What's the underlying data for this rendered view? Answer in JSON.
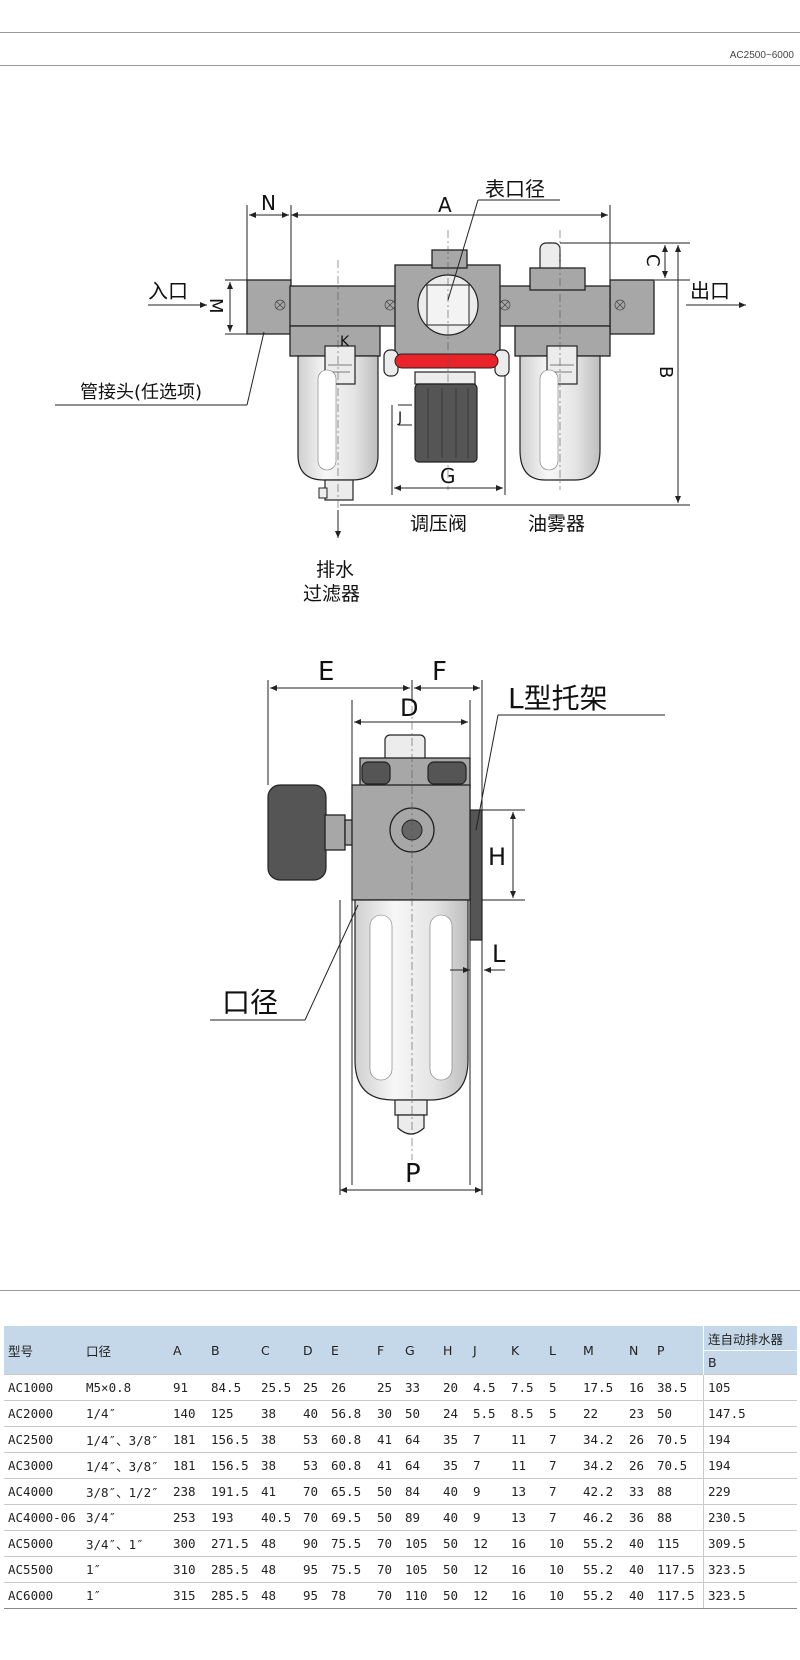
{
  "header": {
    "series_code": "AC2500~6000"
  },
  "front_view": {
    "dim_A": "A",
    "dim_N": "N",
    "dim_M": "M",
    "dim_C": "C",
    "dim_B": "B",
    "dim_G": "G",
    "dim_J": "J",
    "label_gauge_port": "表口径",
    "label_inlet": "入口",
    "label_outlet": "出口",
    "label_fitting": "管接头(任选项)",
    "label_regulator": "调压阀",
    "label_lubricator": "油雾器",
    "label_drain_1": "排水",
    "label_drain_2": "过滤器"
  },
  "side_view": {
    "dim_E": "E",
    "dim_F": "F",
    "dim_D": "D",
    "dim_H": "H",
    "dim_L": "L",
    "dim_P": "P",
    "label_bracket": "L型托架",
    "label_port": "口径"
  },
  "table": {
    "headers": [
      "型号",
      "口径",
      "A",
      "B",
      "C",
      "D",
      "E",
      "F",
      "G",
      "H",
      "J",
      "K",
      "L",
      "M",
      "N",
      "P"
    ],
    "auto_drain_header": "连自动排水器",
    "auto_drain_sub": "B",
    "rows": [
      [
        "AC1000",
        "M5×0.8",
        "91",
        "84.5",
        "25.5",
        "25",
        "26",
        "25",
        "33",
        "20",
        "4.5",
        "7.5",
        "5",
        "17.5",
        "16",
        "38.5",
        "105"
      ],
      [
        "AC2000",
        "1/4″",
        "140",
        "125",
        "38",
        "40",
        "56.8",
        "30",
        "50",
        "24",
        "5.5",
        "8.5",
        "5",
        "22",
        "23",
        "50",
        "147.5"
      ],
      [
        "AC2500",
        "1/4″、3/8″",
        "181",
        "156.5",
        "38",
        "53",
        "60.8",
        "41",
        "64",
        "35",
        "7",
        "11",
        "7",
        "34.2",
        "26",
        "70.5",
        "194"
      ],
      [
        "AC3000",
        "1/4″、3/8″",
        "181",
        "156.5",
        "38",
        "53",
        "60.8",
        "41",
        "64",
        "35",
        "7",
        "11",
        "7",
        "34.2",
        "26",
        "70.5",
        "194"
      ],
      [
        "AC4000",
        "3/8″、1/2″",
        "238",
        "191.5",
        "41",
        "70",
        "65.5",
        "50",
        "84",
        "40",
        "9",
        "13",
        "7",
        "42.2",
        "33",
        "88",
        "229"
      ],
      [
        "AC4000-06",
        "3/4″",
        "253",
        "193",
        "40.5",
        "70",
        "69.5",
        "50",
        "89",
        "40",
        "9",
        "13",
        "7",
        "46.2",
        "36",
        "88",
        "230.5"
      ],
      [
        "AC5000",
        "3/4″、1″",
        "300",
        "271.5",
        "48",
        "90",
        "75.5",
        "70",
        "105",
        "50",
        "12",
        "16",
        "10",
        "55.2",
        "40",
        "115",
        "309.5"
      ],
      [
        "AC5500",
        "1″",
        "310",
        "285.5",
        "48",
        "95",
        "75.5",
        "70",
        "105",
        "50",
        "12",
        "16",
        "10",
        "55.2",
        "40",
        "117.5",
        "323.5"
      ],
      [
        "AC6000",
        "1″",
        "315",
        "285.5",
        "48",
        "95",
        "78",
        "70",
        "110",
        "50",
        "12",
        "16",
        "10",
        "55.2",
        "40",
        "117.5",
        "323.5"
      ]
    ]
  }
}
